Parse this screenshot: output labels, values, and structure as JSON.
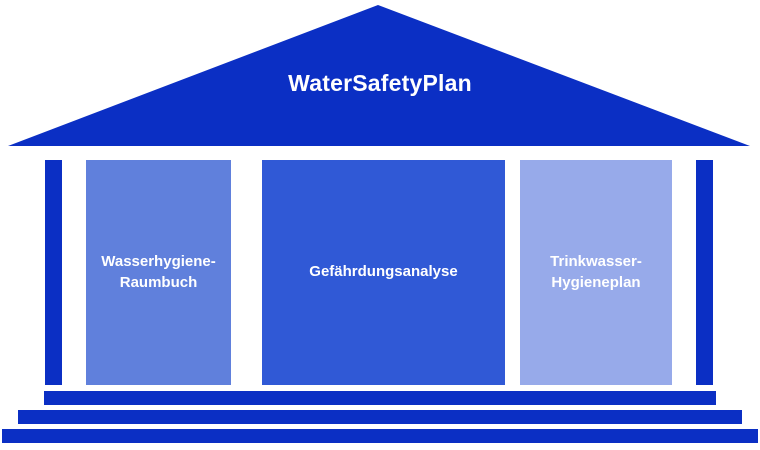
{
  "diagram": {
    "title": "WaterSafetyPlan",
    "roof": {
      "label": "WaterSafetyPlan",
      "color": "#0B2FC4"
    },
    "pillars": [
      {
        "name": "left-pillar",
        "color": "#0B2FC4"
      },
      {
        "name": "right-pillar",
        "color": "#0B2FC4"
      }
    ],
    "columns": [
      {
        "label": "Wasserhygiene-\nRaumbuch",
        "color": "#6080DC"
      },
      {
        "label": "Gefährdungsanalyse",
        "color": "#3059D6"
      },
      {
        "label": "Trinkwasser-\nHygieneplan",
        "color": "#97AAEA"
      }
    ],
    "base_steps": [
      {
        "name": "base-step-top",
        "color": "#0B2FC4"
      },
      {
        "name": "base-step-middle",
        "color": "#0B2FC4"
      },
      {
        "name": "base-step-bottom",
        "color": "#0B2FC4"
      }
    ],
    "colors": {
      "dark_blue": "#0B2FC4",
      "column_left": "#6080DC",
      "column_center": "#3059D6",
      "column_right": "#97AAEA",
      "text": "#FFFFFF",
      "background": "#FFFFFF"
    }
  }
}
